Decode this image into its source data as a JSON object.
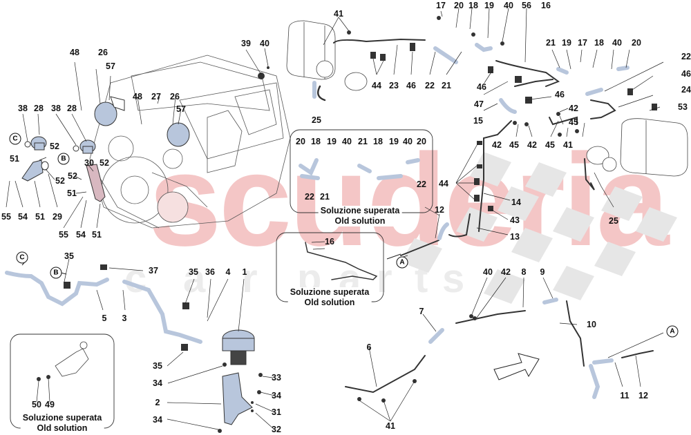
{
  "watermark": {
    "main": "scuderia",
    "sub": [
      "c",
      "a",
      "r",
      "p",
      "a",
      "r",
      "t",
      "s"
    ]
  },
  "colors": {
    "part_fill": "#b8c6dc",
    "part_stroke": "#333333",
    "watermark_red": "#f4c6c6",
    "watermark_grey": "#e6e6e6",
    "text": "#111111"
  },
  "boxes": {
    "valves_old": {
      "caption_it": "Soluzione superata",
      "caption_en": "Old solution"
    },
    "pipe16_old": {
      "caption_it": "Soluzione superata",
      "caption_en": "Old solution"
    },
    "bracket_old": {
      "caption_it": "Soluzione superata",
      "caption_en": "Old solution"
    }
  },
  "refs": {
    "A1": "A",
    "A2": "A",
    "B1": "B",
    "B2": "B",
    "C1": "C",
    "C2": "C"
  },
  "labels": [
    {
      "id": "l41a",
      "text": "41"
    },
    {
      "id": "l39",
      "text": "39"
    },
    {
      "id": "l40a",
      "text": "40"
    },
    {
      "id": "l17a",
      "text": "17"
    },
    {
      "id": "l20a",
      "text": "20"
    },
    {
      "id": "l18a",
      "text": "18"
    },
    {
      "id": "l19a",
      "text": "19"
    },
    {
      "id": "l40b",
      "text": "40"
    },
    {
      "id": "l56",
      "text": "56"
    },
    {
      "id": "l16a",
      "text": "16"
    },
    {
      "id": "l21a",
      "text": "21"
    },
    {
      "id": "l19b",
      "text": "19"
    },
    {
      "id": "l17b",
      "text": "17"
    },
    {
      "id": "l18b",
      "text": "18"
    },
    {
      "id": "l40c",
      "text": "40"
    },
    {
      "id": "l20b",
      "text": "20"
    },
    {
      "id": "l22a",
      "text": "22"
    },
    {
      "id": "l46a",
      "text": "46"
    },
    {
      "id": "l24",
      "text": "24"
    },
    {
      "id": "l53",
      "text": "53"
    },
    {
      "id": "l44a",
      "text": "44"
    },
    {
      "id": "l23",
      "text": "23"
    },
    {
      "id": "l46b",
      "text": "46"
    },
    {
      "id": "l22b",
      "text": "22"
    },
    {
      "id": "l21b",
      "text": "21"
    },
    {
      "id": "l46c",
      "text": "46"
    },
    {
      "id": "l46d",
      "text": "46"
    },
    {
      "id": "l47",
      "text": "47"
    },
    {
      "id": "l15",
      "text": "15"
    },
    {
      "id": "l42a",
      "text": "42"
    },
    {
      "id": "l45a",
      "text": "45"
    },
    {
      "id": "l25a",
      "text": "25"
    },
    {
      "id": "l42b",
      "text": "42"
    },
    {
      "id": "l45b",
      "text": "45"
    },
    {
      "id": "l42c",
      "text": "42"
    },
    {
      "id": "l45c",
      "text": "45"
    },
    {
      "id": "l41b",
      "text": "41"
    },
    {
      "id": "l44b",
      "text": "44"
    },
    {
      "id": "l14",
      "text": "14"
    },
    {
      "id": "l43",
      "text": "43"
    },
    {
      "id": "l13",
      "text": "13"
    },
    {
      "id": "l25b",
      "text": "25"
    },
    {
      "id": "l12a",
      "text": "12"
    },
    {
      "id": "l48a",
      "text": "48"
    },
    {
      "id": "l26a",
      "text": "26"
    },
    {
      "id": "l57a",
      "text": "57"
    },
    {
      "id": "l48b",
      "text": "48"
    },
    {
      "id": "l27",
      "text": "27"
    },
    {
      "id": "l26b",
      "text": "26"
    },
    {
      "id": "l57b",
      "text": "57"
    },
    {
      "id": "l38a",
      "text": "38"
    },
    {
      "id": "l28a",
      "text": "28"
    },
    {
      "id": "l38b",
      "text": "38"
    },
    {
      "id": "l28b",
      "text": "28"
    },
    {
      "id": "l52a",
      "text": "52"
    },
    {
      "id": "l51a",
      "text": "51"
    },
    {
      "id": "l52b",
      "text": "52"
    },
    {
      "id": "l30",
      "text": "30"
    },
    {
      "id": "l52c",
      "text": "52"
    },
    {
      "id": "l52d",
      "text": "52"
    },
    {
      "id": "l55a",
      "text": "55"
    },
    {
      "id": "l54a",
      "text": "54"
    },
    {
      "id": "l51b",
      "text": "51"
    },
    {
      "id": "l29",
      "text": "29"
    },
    {
      "id": "l51c",
      "text": "51"
    },
    {
      "id": "l55b",
      "text": "55"
    },
    {
      "id": "l54b",
      "text": "54"
    },
    {
      "id": "l51d",
      "text": "51"
    },
    {
      "id": "o20a",
      "text": "20"
    },
    {
      "id": "o18a",
      "text": "18"
    },
    {
      "id": "o19a",
      "text": "19"
    },
    {
      "id": "o40a",
      "text": "40"
    },
    {
      "id": "o21a",
      "text": "21"
    },
    {
      "id": "o18b",
      "text": "18"
    },
    {
      "id": "o19b",
      "text": "19"
    },
    {
      "id": "o40b",
      "text": "40"
    },
    {
      "id": "o20b",
      "text": "20"
    },
    {
      "id": "o22a",
      "text": "22"
    },
    {
      "id": "o21b",
      "text": "21"
    },
    {
      "id": "o22b",
      "text": "22"
    },
    {
      "id": "o16",
      "text": "16"
    },
    {
      "id": "l35a",
      "text": "35"
    },
    {
      "id": "l37",
      "text": "37"
    },
    {
      "id": "l5",
      "text": "5"
    },
    {
      "id": "l3",
      "text": "3"
    },
    {
      "id": "l35b",
      "text": "35"
    },
    {
      "id": "l36",
      "text": "36"
    },
    {
      "id": "l4",
      "text": "4"
    },
    {
      "id": "l1",
      "text": "1"
    },
    {
      "id": "l35c",
      "text": "35"
    },
    {
      "id": "l34a",
      "text": "34"
    },
    {
      "id": "l33",
      "text": "33"
    },
    {
      "id": "l2",
      "text": "2"
    },
    {
      "id": "l34b",
      "text": "34"
    },
    {
      "id": "l31",
      "text": "31"
    },
    {
      "id": "l34c",
      "text": "34"
    },
    {
      "id": "l32",
      "text": "32"
    },
    {
      "id": "o50",
      "text": "50"
    },
    {
      "id": "o49",
      "text": "49"
    },
    {
      "id": "l40d",
      "text": "40"
    },
    {
      "id": "l42d",
      "text": "42"
    },
    {
      "id": "l8",
      "text": "8"
    },
    {
      "id": "l9",
      "text": "9"
    },
    {
      "id": "l7",
      "text": "7"
    },
    {
      "id": "l10",
      "text": "10"
    },
    {
      "id": "l6",
      "text": "6"
    },
    {
      "id": "l41c",
      "text": "41"
    },
    {
      "id": "l11",
      "text": "11"
    },
    {
      "id": "l12b",
      "text": "12"
    }
  ]
}
